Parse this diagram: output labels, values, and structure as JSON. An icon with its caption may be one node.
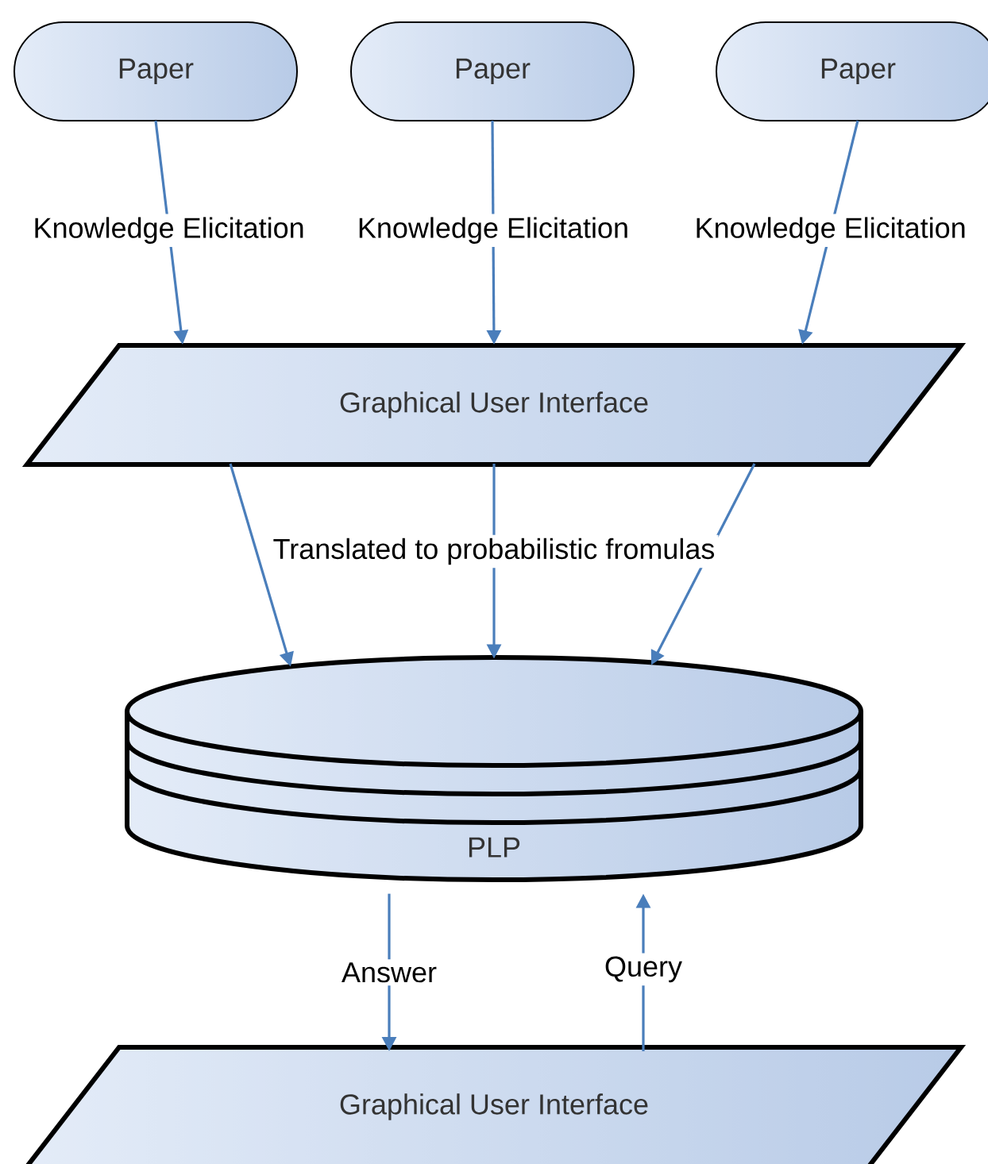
{
  "diagram": {
    "nodes": [
      {
        "text": [
          "Paper"
        ]
      },
      {
        "text": [
          "Paper"
        ]
      },
      {
        "text": [
          "Paper"
        ]
      },
      {
        "text": [
          "Graphical User Interface"
        ]
      },
      {
        "text": [
          "PLP"
        ]
      },
      {
        "text": [
          "Graphical User Interface"
        ]
      }
    ],
    "edges": [
      {
        "from": 0,
        "to": 3,
        "arrow": "to",
        "label": "Knowledge Elicitation"
      },
      {
        "from": 1,
        "to": 3,
        "arrow": "to",
        "label": "Knowledge Elicitation"
      },
      {
        "from": 2,
        "to": 3,
        "arrow": "to",
        "label": "Knowledge Elicitation"
      },
      {
        "from": 3,
        "to": 4,
        "arrow": "to"
      },
      {
        "from": 3,
        "to": 4,
        "arrow": "to",
        "label": "Translated to probabilistic fromulas"
      },
      {
        "from": 3,
        "to": 4,
        "arrow": "to"
      },
      {
        "from": 4,
        "to": 5,
        "arrow": "to",
        "label": "Answer"
      },
      {
        "from": 5,
        "to": 4,
        "arrow": "to",
        "label": "Query"
      }
    ]
  }
}
